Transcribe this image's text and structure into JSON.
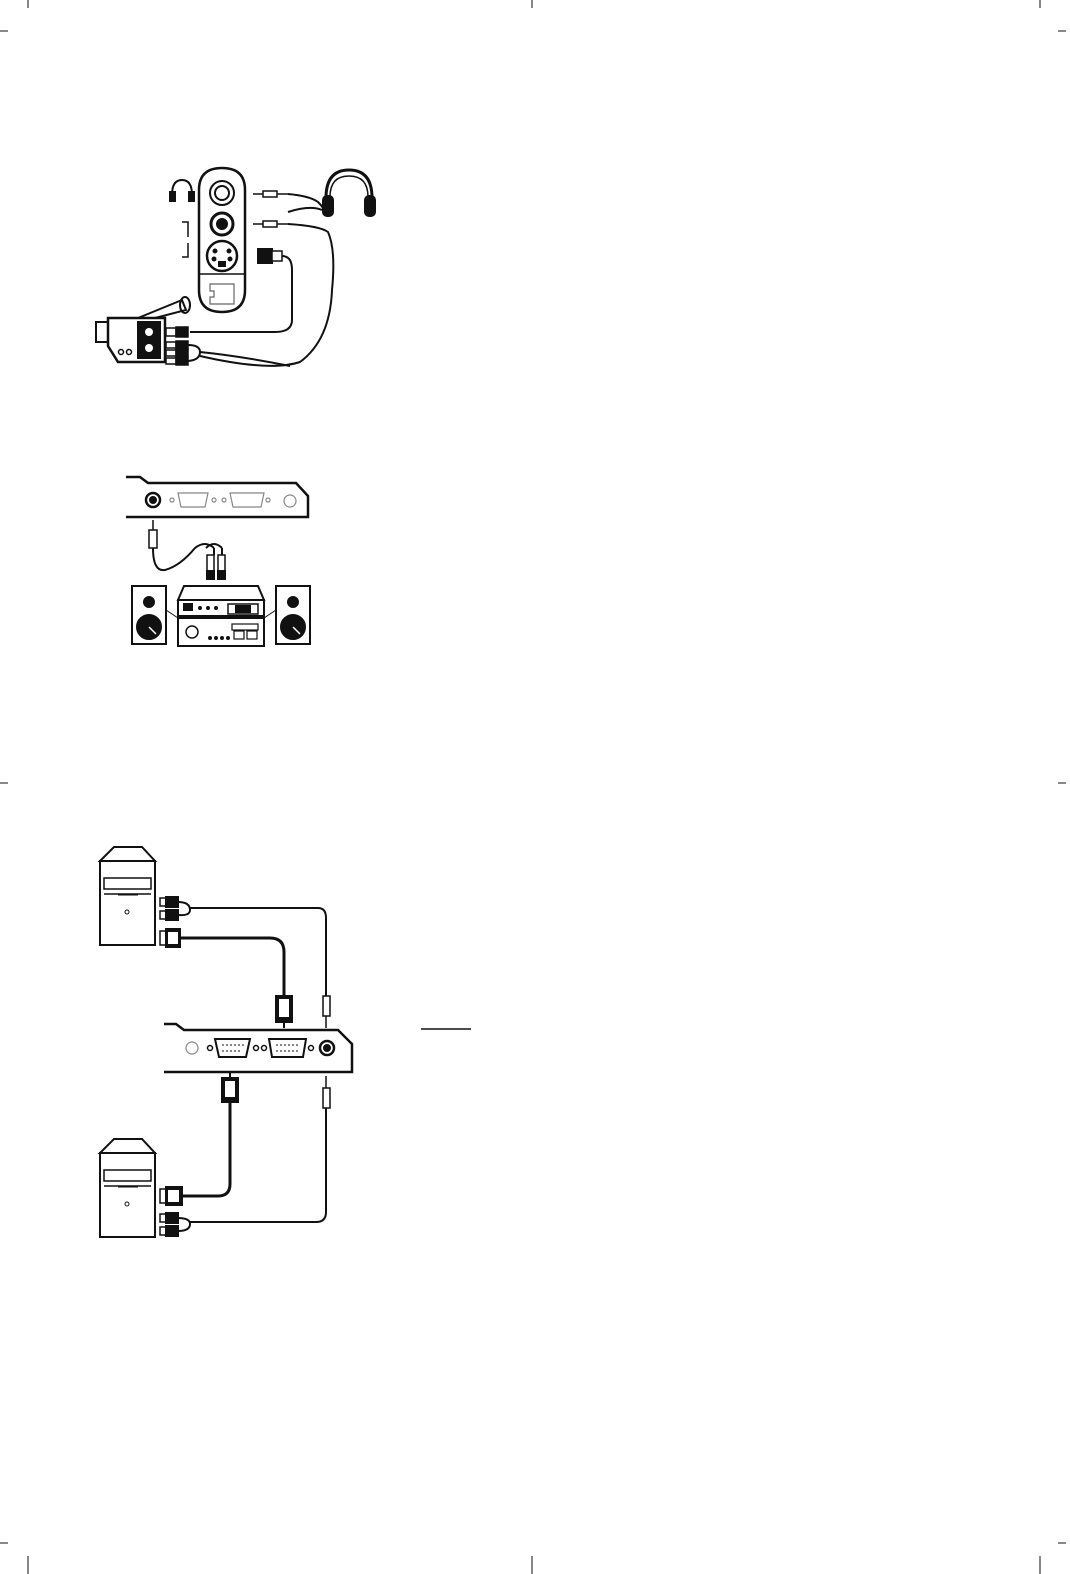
{
  "page": {
    "background": "#ffffff",
    "ink": "#111111",
    "light_ink": "#888888"
  },
  "icons": {
    "headphone_symbol": "headphone-icon",
    "headphones": "headphones-icon",
    "camcorder": "camcorder-icon",
    "hifi_system": "hifi-system-icon",
    "speaker": "speaker-icon",
    "computer": "computer-tower-icon",
    "vga_connector": "vga-connector-icon",
    "dvi_connector": "dvi-connector-icon",
    "audio_jack": "audio-jack-icon",
    "rca_plug": "rca-plug-icon",
    "svideo_plug": "svideo-plug-icon"
  },
  "sections": [
    {
      "id": "side-connections",
      "icons": [
        "headphone-icon",
        "headphones-icon",
        "camcorder-icon",
        "svideo-plug-icon",
        "rca-plug-icon"
      ]
    },
    {
      "id": "hifi-connection",
      "icons": [
        "hifi-system-icon",
        "speaker-icon",
        "audio-jack-icon",
        "rca-plug-icon"
      ]
    },
    {
      "id": "pc-connection",
      "icons": [
        "computer-tower-icon",
        "vga-connector-icon",
        "dvi-connector-icon",
        "audio-jack-icon"
      ]
    }
  ]
}
